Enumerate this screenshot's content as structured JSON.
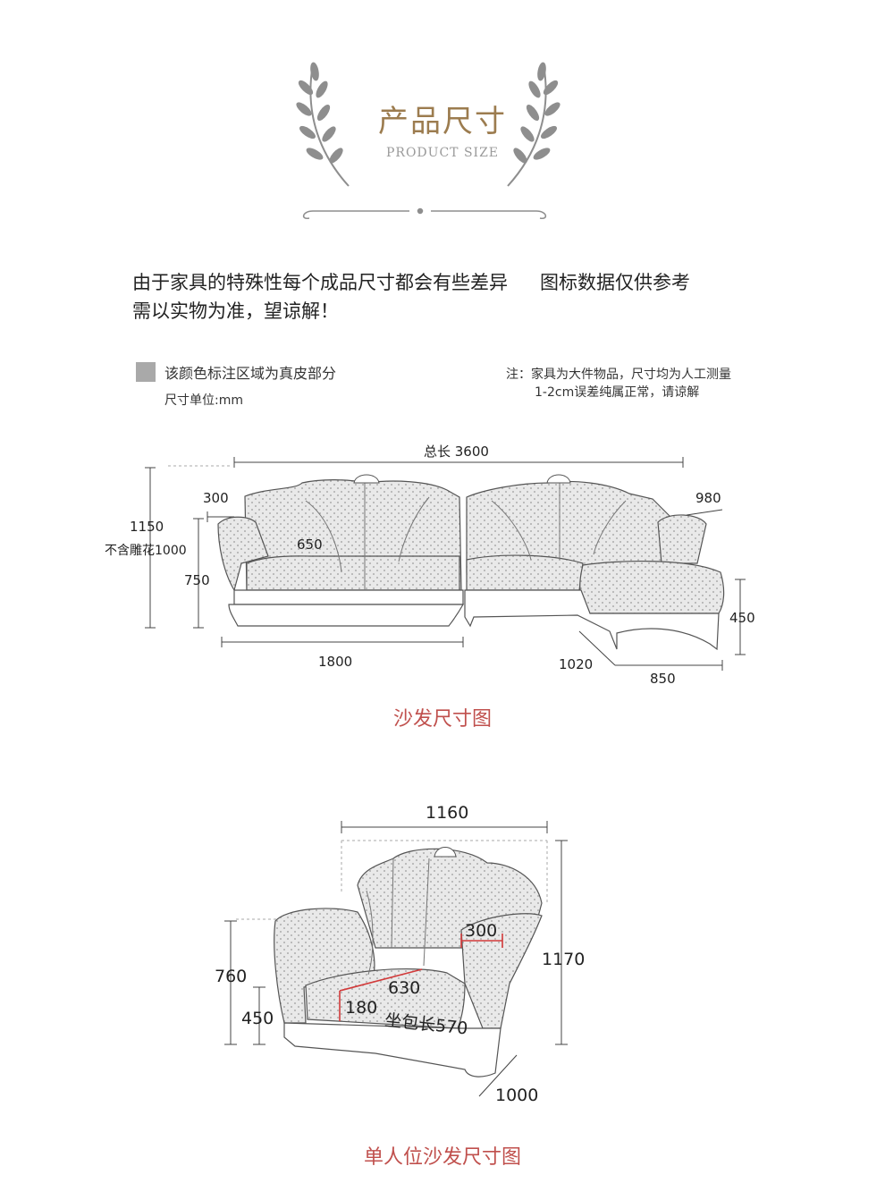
{
  "header": {
    "title_cn": "产品尺寸",
    "title_en": "PRODUCT SIZE"
  },
  "notice": {
    "line1a": "由于家具的特殊性每个成品尺寸都会有些差异",
    "line1b": "图标数据仅供参考",
    "line2": "需以实物为准，望谅解！"
  },
  "legend": {
    "swatch_color": "#a9a9a9",
    "leather_label": "该颜色标注区域为真皮部分",
    "unit_label": "尺寸单位:mm"
  },
  "note": {
    "line1": "注：家具为大件物品，尺寸均为人工测量",
    "line2": "1-2cm误差纯属正常，请谅解"
  },
  "sofa": {
    "total_length": "总长 3600",
    "back_depth": "300",
    "chaise_width": "980",
    "height": "1150",
    "height_note": "不含雕花1000",
    "seat_depth": "650",
    "arm_height": "750",
    "left_length": "1800",
    "chaise_length": "1020",
    "chaise_depth": "850",
    "seat_height": "450",
    "caption": "沙发尺寸图"
  },
  "single": {
    "width": "1160",
    "height": "1170",
    "back_thickness": "300",
    "arm_height": "760",
    "seat_depth": "630",
    "cushion_thickness": "180",
    "seat_length": "坐包长570",
    "seat_height": "450",
    "depth": "1000",
    "caption": "单人位沙发尺寸图"
  },
  "colors": {
    "accent_gold": "#9c7c4f",
    "caption_red": "#c0504d",
    "leather_gray": "#a9a9a9"
  }
}
